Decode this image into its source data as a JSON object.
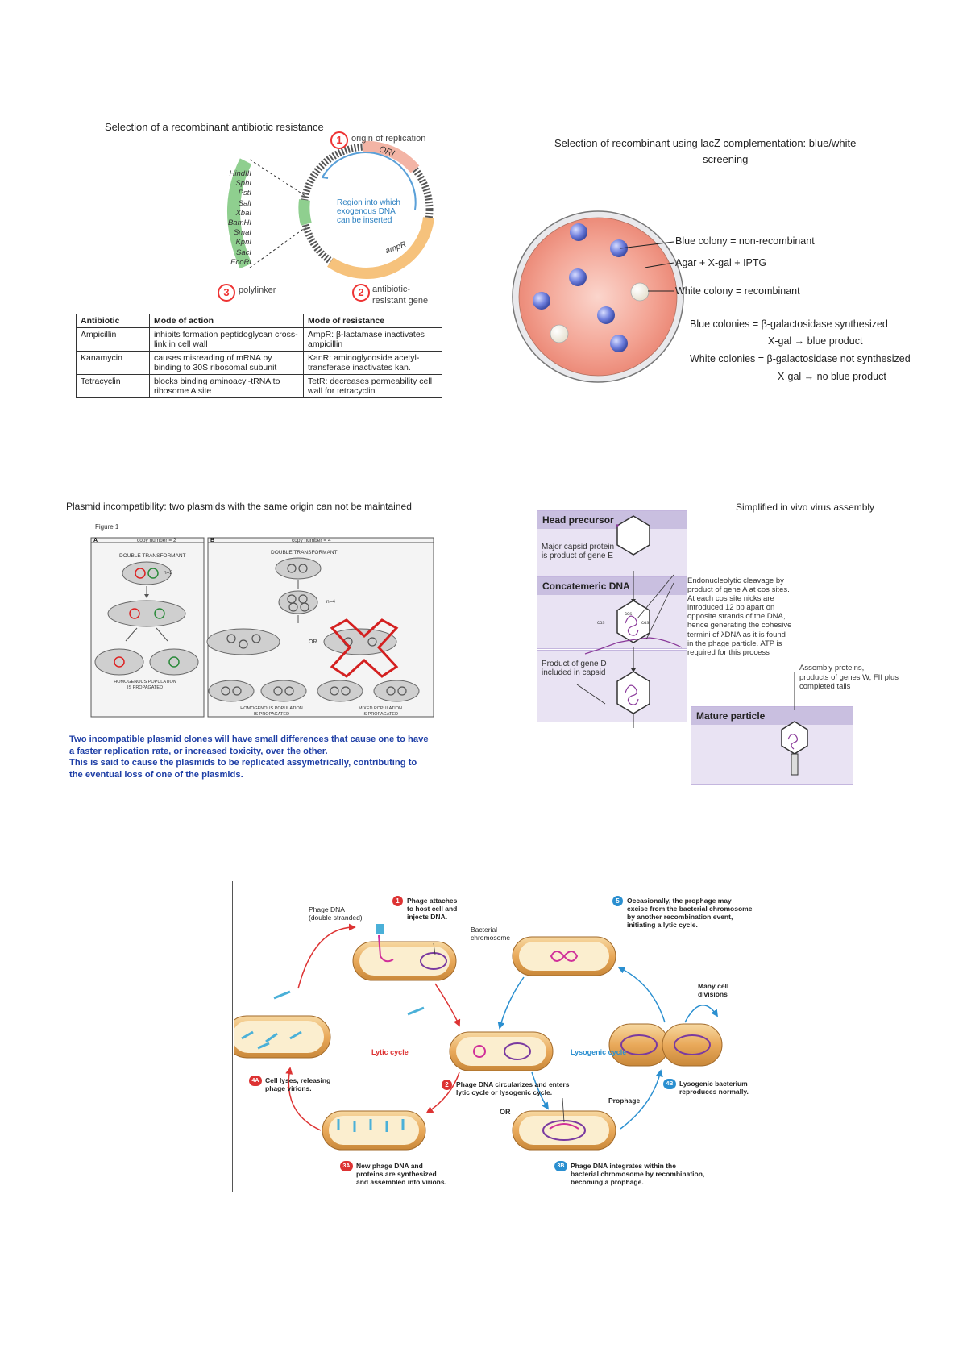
{
  "recombinant_resistance": {
    "title": "Selection of a recombinant antibiotic resistance",
    "ori_label": "origin of replication",
    "ori_num": "1",
    "ori_tag": "ORI",
    "amp_tag": "ampR",
    "antibiotic_label": "antibiotic-\nresistant gene",
    "antibiotic_num": "2",
    "polylinker_label": "polylinker",
    "polylinker_num": "3",
    "region_text": "Region into which\nexogenous DNA\ncan be inserted",
    "sites": [
      "HindIII",
      "SphI",
      "PstI",
      "SalI",
      "XbaI",
      "BamHI",
      "SmaI",
      "KpnI",
      "SacI",
      "EcoRI"
    ],
    "table": {
      "headers": [
        "Antibiotic",
        "Mode of action",
        "Mode of resistance"
      ],
      "rows": [
        [
          "Ampicillin",
          "inhibits formation peptidoglycan cross-link in cell wall",
          "AmpR: β-lactamase inactivates ampicillin"
        ],
        [
          "Kanamycin",
          "causes misreading of mRNA by binding to 30S ribosomal subunit",
          "KanR: aminoglycoside acetyl-transferase inactivates kan."
        ],
        [
          "Tetracyclin",
          "blocks binding aminoacyl-tRNA to ribosome A site",
          "TetR: decreases permeability cell wall for tetracyclin"
        ]
      ]
    }
  },
  "bluewhite": {
    "title_line1": "Selection of recombinant using lacZ complementation: blue/white",
    "title_line2": "screening",
    "label_blue": "Blue colony = non-recombinant",
    "label_agar": "Agar + X-gal + IPTG",
    "label_white": "White colony = recombinant",
    "note1": "Blue colonies = β-galactosidase synthesized",
    "note2": "X-gal → blue product",
    "note3": "White colonies = β-galactosidase not synthesized",
    "note4": "X-gal → no blue product"
  },
  "incompat": {
    "title": "Plasmid incompatibility: two plasmids with the same origin can not be maintained",
    "figure": "Figure 1",
    "panel_a": "A",
    "panel_a_copy": "copy number = 2",
    "panel_b": "B",
    "panel_b_copy": "copy number = 4",
    "double_a": "DOUBLE TRANSFORMANT",
    "double_b": "DOUBLE TRANSFORMANT",
    "n2": "n=2",
    "n4": "n=4",
    "or": "OR",
    "homog_a": "HOMOGENOUS POPULATION\nIS PROPAGATED",
    "homog_b": "HOMOGENOUS POPULATION\nIS PROPAGATED",
    "mixed": "MIXED POPULATION\nIS PROPAGATED",
    "desc1": "Two incompatible plasmid clones will have small differences that cause one to have",
    "desc2": "a faster replication rate, or increased toxicity, over the other.",
    "desc3": "This is said to cause the plasmids to be replicated assymetrically, contributing to",
    "desc4": "the eventual loss of one of the plasmids."
  },
  "assembly": {
    "title": "Simplified in vivo virus assembly",
    "head_precursor": "Head precursor",
    "capsid_text": "Major capsid protein\nis product of gene E",
    "concatemeric": "Concatemeric DNA",
    "cos1": "cos",
    "cos2": "cos",
    "cos3": "cos",
    "endo_text": "Endonucleolytic cleavage by\nproduct of gene A at cos sites.\nAt each cos site nicks are\nintroduced 12 bp apart on\nopposite strands of the DNA,\nhence generating the cohesive\ntermini of λDNA as it is found\nin the phage particle. ATP is\nrequired for this process",
    "gene_d_text": "Product of gene D\nincluded in capsid",
    "assembly_text": "Assembly proteins,\nproducts of genes W, FII plus\ncompleted tails",
    "mature": "Mature particle"
  },
  "lifecycle": {
    "phage_dna": "Phage DNA\n(double stranded)",
    "step1_num": "1",
    "step1": "Phage attaches\nto host cell and\ninjects DNA.",
    "bact_chrom": "Bacterial\nchromosome",
    "step5_num": "5",
    "step5": "Occasionally, the prophage may\nexcise from the bacterial chromosome\nby another recombination event,\ninitiating a lytic cycle.",
    "many_div": "Many cell\ndivisions",
    "lytic": "Lytic cycle",
    "lysogenic": "Lysogenic cycle",
    "step4a_num": "4A",
    "step4a": "Cell lyses, releasing\nphage virions.",
    "step2_num": "2",
    "step2": "Phage DNA circularizes and enters\nlytic cycle or lysogenic cycle.",
    "step4b_num": "4B",
    "step4b": "Lysogenic bacterium\nreproduces normally.",
    "or": "OR",
    "prophage": "Prophage",
    "step3a_num": "3A",
    "step3a": "New phage DNA and\nproteins are synthesized\nand assembled into virions.",
    "step3b_num": "3B",
    "step3b": "Phage DNA integrates within the\nbacterial chromosome by recombination,\nbecoming a prophage."
  }
}
